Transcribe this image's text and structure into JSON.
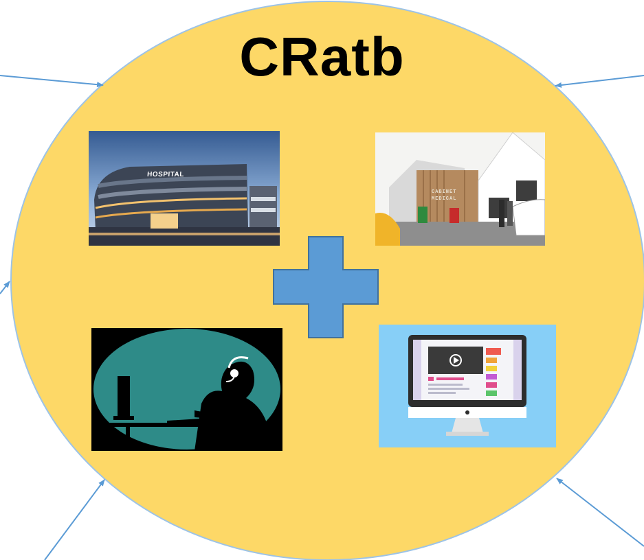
{
  "diagram": {
    "title": "CRatb",
    "center_symbol": "plus-sign",
    "colors": {
      "circle_fill": "#fdd867",
      "circle_outline": "#9dc3e6",
      "plus_fill": "#5b9bd5",
      "plus_outline": "#41719c",
      "arrow": "#5b9bd5"
    },
    "images": [
      {
        "name": "hospital-image",
        "sign_text": "HOSPITAL"
      },
      {
        "name": "clinic-image",
        "sign_text": [
          "CABINET",
          "MEDICAL"
        ]
      },
      {
        "name": "operator-image"
      },
      {
        "name": "screen-image"
      }
    ],
    "incoming_arrows": 5
  }
}
